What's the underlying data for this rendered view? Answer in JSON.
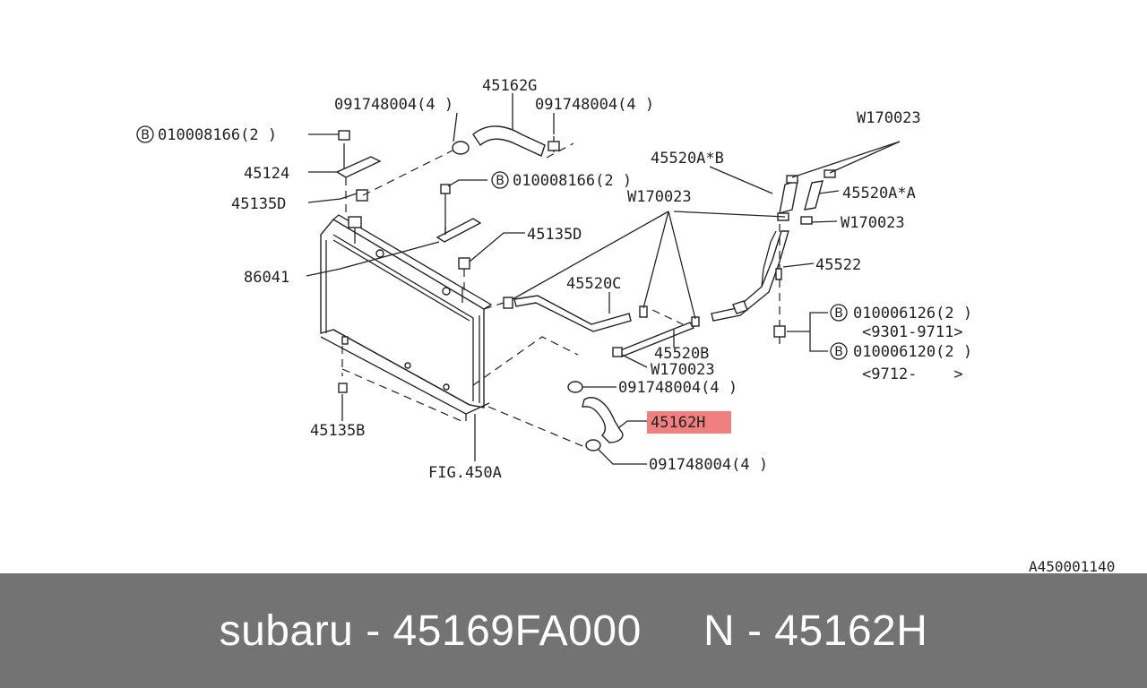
{
  "diagram": {
    "labels": {
      "l_45162G": "45162G",
      "l_clamp_tl": "091748004(4 )",
      "l_clamp_tr": "091748004(4 )",
      "l_bolt_tl": "010008166(2 )",
      "l_45124": "45124",
      "l_45135D_a": "45135D",
      "l_bolt_mid": "010008166(2 )",
      "l_45135D_b": "45135D",
      "l_86041": "86041",
      "l_W170023_top": "W170023",
      "l_45520AB": "45520A*B",
      "l_45520AA": "45520A*A",
      "l_W170023_mid": "W170023",
      "l_W170023_right": "W170023",
      "l_45522": "45522",
      "l_45520C": "45520C",
      "l_45520B": "45520B",
      "l_W170023_low": "W170023",
      "l_bolt_r1": "010006126(2 )",
      "l_range1": "<9301-9711>",
      "l_bolt_r2": "010006120(2 )",
      "l_range2": "<9712-    >",
      "l_clamp_mid": "091748004(4 )",
      "l_45162H": "45162H",
      "l_clamp_low": "091748004(4 )",
      "l_45135B": "45135B",
      "l_fig": "FIG.450A",
      "l_code": "A450001140"
    },
    "b_marker": "B",
    "highlight_color": "#f08080"
  },
  "footer": {
    "text": "subaru - 45169FA000     N - 45162H"
  }
}
